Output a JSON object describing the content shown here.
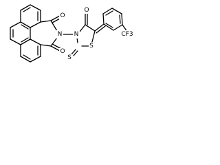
{
  "molecule": {
    "atoms": {
      "o_upper": "O",
      "n_imide": "N",
      "o_lower": "O",
      "o_ketone": "O",
      "n_ring": "N",
      "s_ring": "S",
      "s_thione": "S",
      "cf3": "CF3"
    },
    "bond_color": "#000000",
    "background_color": "#ffffff"
  }
}
